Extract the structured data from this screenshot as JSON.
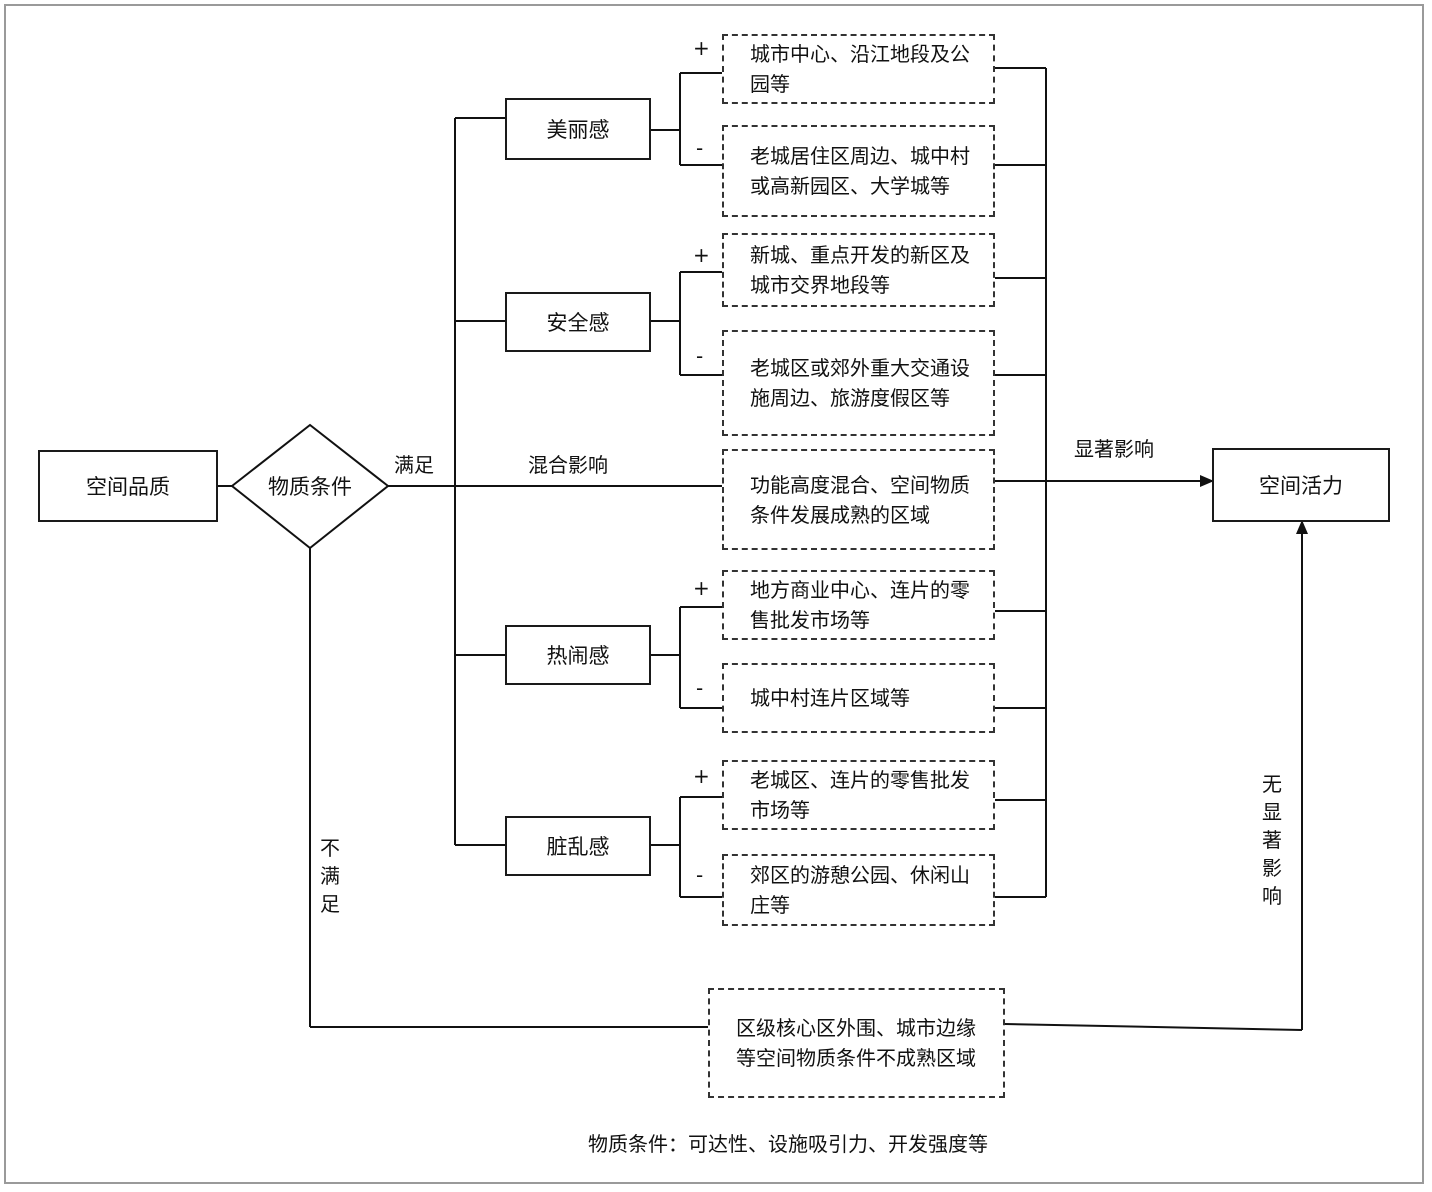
{
  "nodes": {
    "quality": "空间品质",
    "condition": "物质条件",
    "vitality": "空间活力",
    "beauty": "美丽感",
    "safety": "安全感",
    "lively": "热闹感",
    "messy": "脏乱感"
  },
  "labels": {
    "satisfied": "满足",
    "mixed": "混合影响",
    "significant": "显著影响",
    "unsatisfied": "不满足",
    "no_significant": "无显著影响",
    "plus": "+",
    "minus": "-"
  },
  "areas": {
    "beauty_plus": "城市中心、沿江地段及公园等",
    "beauty_minus": "老城居住区周边、城中村或高新园区、大学城等",
    "safety_plus": "新城、重点开发的新区及城市交界地段等",
    "safety_minus": "老城区或郊外重大交通设施周边、旅游度假区等",
    "mixed": "功能高度混合、空间物质条件发展成熟的区域",
    "lively_plus": "地方商业中心、连片的零售批发市场等",
    "lively_minus": "城中村连片区域等",
    "messy_plus": "老城区、连片的零售批发市场等",
    "messy_minus": "郊区的游憩公园、休闲山庄等",
    "immature": "区级核心区外围、城市边缘等空间物质条件不成熟区域"
  },
  "footnote": "物质条件：可达性、设施吸引力、开发强度等"
}
